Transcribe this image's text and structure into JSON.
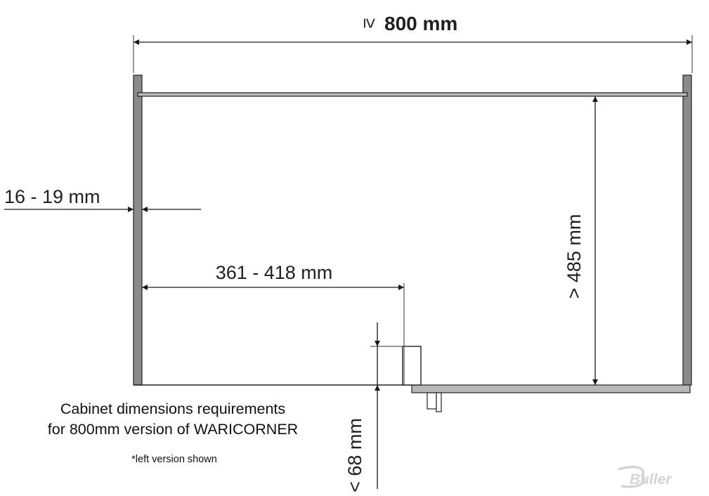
{
  "dimensions": {
    "total_width": "800 mm",
    "total_width_symbol": "≥",
    "panel_thickness": "16 - 19 mm",
    "hinge_offset": "361 - 418 mm",
    "depth": "> 485 mm",
    "bottom_gap": "< 68 mm"
  },
  "caption": {
    "line1": "Cabinet dimensions requirements",
    "line2": "for 800mm version of WARICORNER",
    "note": "*left version shown"
  },
  "logo": {
    "text": "Buller"
  },
  "colors": {
    "panel_fill": "#8a8a8a",
    "line": "#1a1a1a",
    "logo": "#d5d5d5"
  }
}
